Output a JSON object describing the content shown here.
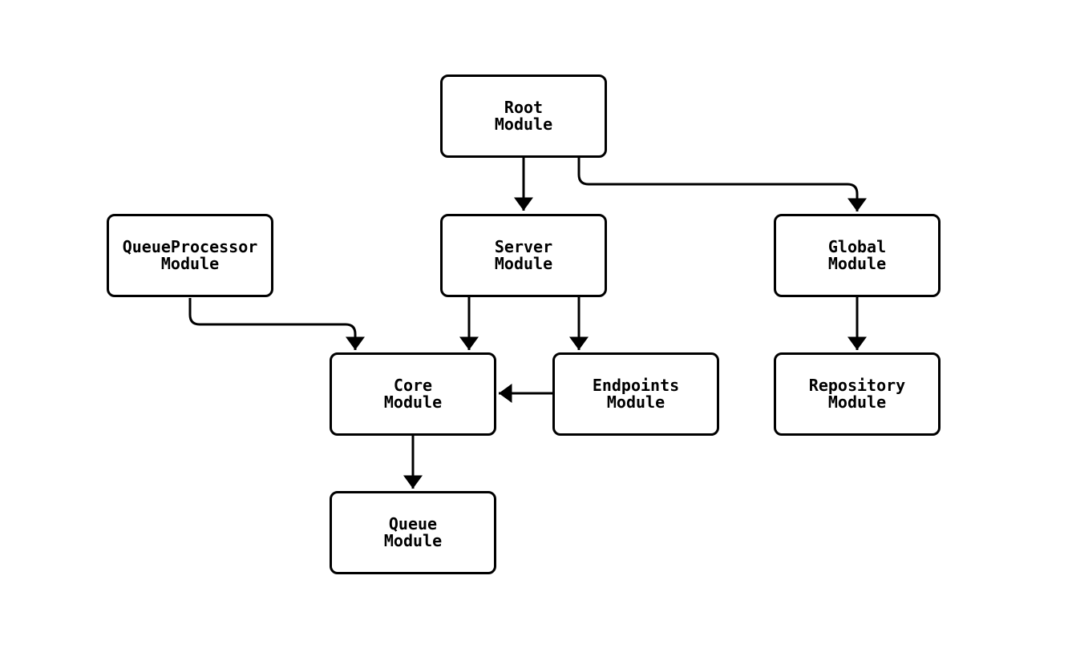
{
  "diagram": {
    "type": "flowchart",
    "colors": {
      "background": "#ffffff",
      "stroke": "#000000",
      "node_fill": "#ffffff",
      "text": "#000000"
    },
    "nodes": {
      "root": {
        "line1": "Root",
        "line2": "Module"
      },
      "queue_processor": {
        "line1": "QueueProcessor",
        "line2": "Module"
      },
      "server": {
        "line1": "Server",
        "line2": "Module"
      },
      "global": {
        "line1": "Global",
        "line2": "Module"
      },
      "core": {
        "line1": "Core",
        "line2": "Module"
      },
      "endpoints": {
        "line1": "Endpoints",
        "line2": "Module"
      },
      "repository": {
        "line1": "Repository",
        "line2": "Module"
      },
      "queue": {
        "line1": "Queue",
        "line2": "Module"
      }
    },
    "edges": [
      {
        "from": "root",
        "to": "server"
      },
      {
        "from": "root",
        "to": "global"
      },
      {
        "from": "queue_processor",
        "to": "core"
      },
      {
        "from": "server",
        "to": "core"
      },
      {
        "from": "server",
        "to": "endpoints"
      },
      {
        "from": "endpoints",
        "to": "core"
      },
      {
        "from": "global",
        "to": "repository"
      },
      {
        "from": "core",
        "to": "queue"
      }
    ]
  }
}
